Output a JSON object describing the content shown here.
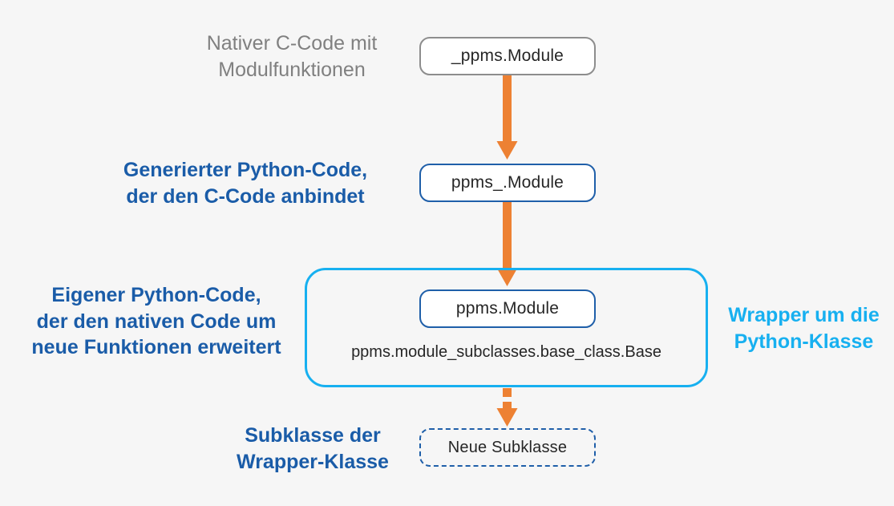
{
  "diagram": {
    "title": "Python wrapper architecture",
    "background_color": "#f6f6f6",
    "colors": {
      "arrow_orange": "#ed8133",
      "label_blue": "#1a5ca8",
      "label_cyan": "#17b0f0",
      "label_gray": "#808080",
      "node_border_gray": "#8d8d8d",
      "node_border_blue": "#1f5fa9",
      "container_border_cyan": "#17b0f0"
    },
    "labels": {
      "native": "Nativer C-Code mit\nModulfunktionen",
      "generated": "Generierter Python-Code,\nder den C-Code anbindet",
      "own": "Eigener Python-Code,\nder den nativen Code um\nneue Funktionen erweitert",
      "wrapper": "Wrapper um die\nPython-Klasse",
      "subclass": "Subklasse der\nWrapper-Klasse"
    },
    "nodes": {
      "native": "_ppms.Module",
      "generated": "ppms_.Module",
      "wrapped": "ppms.Module",
      "subclass": "Neue Subklasse"
    },
    "container": {
      "base_class": "ppms.module_subclasses.base_class.Base"
    },
    "arrows": [
      {
        "name": "native-to-generated",
        "from": "_ppms.Module",
        "to": "ppms_.Module",
        "style": "solid"
      },
      {
        "name": "generated-to-wrapped",
        "from": "ppms_.Module",
        "to": "ppms.Module",
        "style": "solid"
      },
      {
        "name": "wrapped-to-subclass",
        "from": "ppms.Module",
        "to": "Neue Subklasse",
        "style": "dashed"
      }
    ]
  }
}
